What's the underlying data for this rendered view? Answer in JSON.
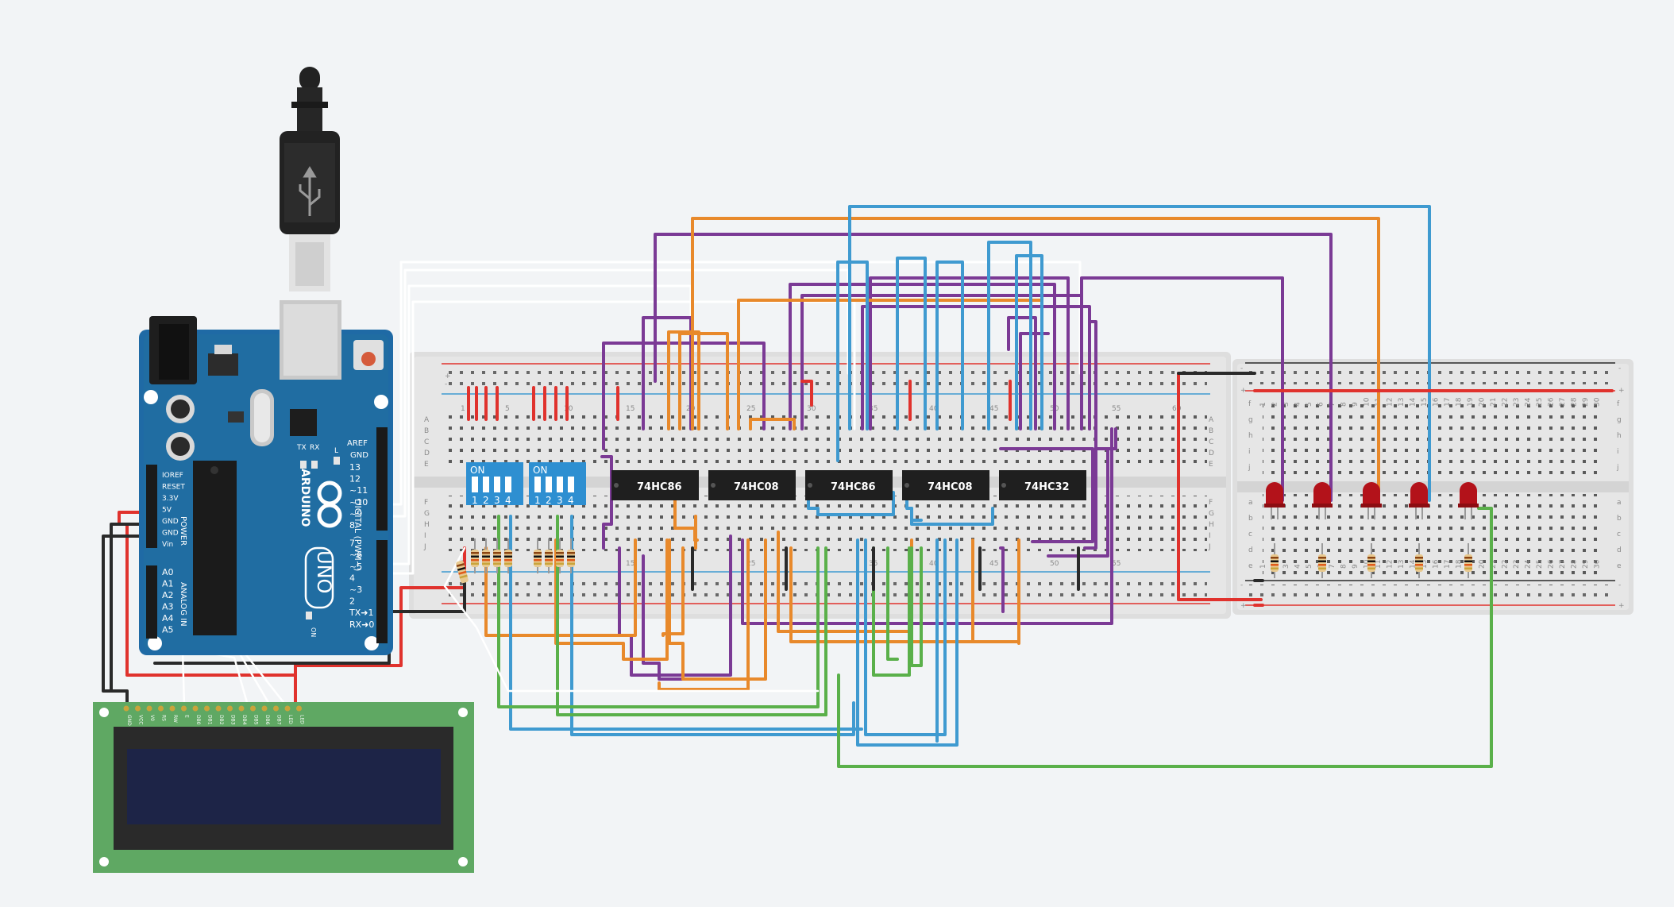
{
  "scene": {
    "background": "#f2f4f6",
    "colors": {
      "wire_orange": "#e8892b",
      "wire_purple": "#7b3a95",
      "wire_blue": "#3f9ad0",
      "wire_green": "#5ab04a",
      "wire_red": "#e0322d",
      "wire_black": "#2a2a2a",
      "wire_white": "#ffffff",
      "arduino_blue": "#1f6aa5",
      "lcd_green": "#5fa863",
      "lcd_screen": "#1d2447",
      "led_red": "#b3121a",
      "dip_blue": "#2e8fd1",
      "breadboard": "#dedede"
    }
  },
  "usb_cable": {
    "icon": "usb-icon"
  },
  "arduino": {
    "model": "UNO",
    "brand": "ARDUINO",
    "logo_icon": "infinity-logo-icon",
    "labels": {
      "aref": "AREF",
      "gnd": "GND",
      "tx": "TX",
      "rx": "RX",
      "l": "L",
      "on": "ON",
      "digital": "DIGITAL (PWM~)",
      "power": "POWER",
      "analog": "ANALOG IN"
    },
    "digital_pins": [
      "13",
      "12",
      "~11",
      "~10",
      "~9",
      "8",
      "7",
      "~6",
      "~5",
      "4",
      "~3",
      "2",
      "TX➜1",
      "RX➜0"
    ],
    "power_pins": [
      "IOREF",
      "RESET",
      "3.3V",
      "5V",
      "GND",
      "GND",
      "Vin"
    ],
    "analog_pins": [
      "A0",
      "A1",
      "A2",
      "A3",
      "A4",
      "A5"
    ]
  },
  "lcd": {
    "pins": [
      "GND",
      "VCC",
      "V0",
      "RS",
      "RW",
      "E",
      "DB0",
      "DB1",
      "DB2",
      "DB3",
      "DB4",
      "DB5",
      "DB6",
      "DB7",
      "LED",
      "LED"
    ]
  },
  "main_breadboard": {
    "column_numbers": [
      "1",
      "5",
      "10",
      "15",
      "20",
      "25",
      "30",
      "35",
      "40",
      "45",
      "50",
      "55",
      "60"
    ],
    "row_letters_top": [
      "A",
      "B",
      "C",
      "D",
      "E"
    ],
    "row_letters_bottom": [
      "F",
      "G",
      "H",
      "I",
      "J"
    ],
    "rail_signs": [
      "+",
      "-"
    ]
  },
  "dip_switches": [
    {
      "on_label": "ON",
      "numbers": [
        "1",
        "2",
        "3",
        "4"
      ]
    },
    {
      "on_label": "ON",
      "numbers": [
        "1",
        "2",
        "3",
        "4"
      ]
    }
  ],
  "chips": [
    {
      "label": "74HC86"
    },
    {
      "label": "74HC08"
    },
    {
      "label": "74HC86"
    },
    {
      "label": "74HC08"
    },
    {
      "label": "74HC32"
    }
  ],
  "led_breadboard": {
    "rail_signs": [
      "+",
      "-",
      "+",
      "-"
    ],
    "row_letters_left": [
      "f",
      "g",
      "h",
      "i",
      "j",
      "a",
      "b",
      "c",
      "d",
      "e"
    ],
    "row_letters_right": [
      "f",
      "g",
      "h",
      "i",
      "j",
      "a",
      "b",
      "c",
      "d",
      "e"
    ],
    "column_numbers": [
      "1",
      "2",
      "3",
      "4",
      "5",
      "6",
      "7",
      "8",
      "9",
      "10",
      "11",
      "12",
      "13",
      "14",
      "15",
      "16",
      "17",
      "18",
      "19",
      "20",
      "21",
      "22",
      "23",
      "24",
      "25",
      "26",
      "27",
      "28",
      "29",
      "30"
    ],
    "led_count": 5
  }
}
